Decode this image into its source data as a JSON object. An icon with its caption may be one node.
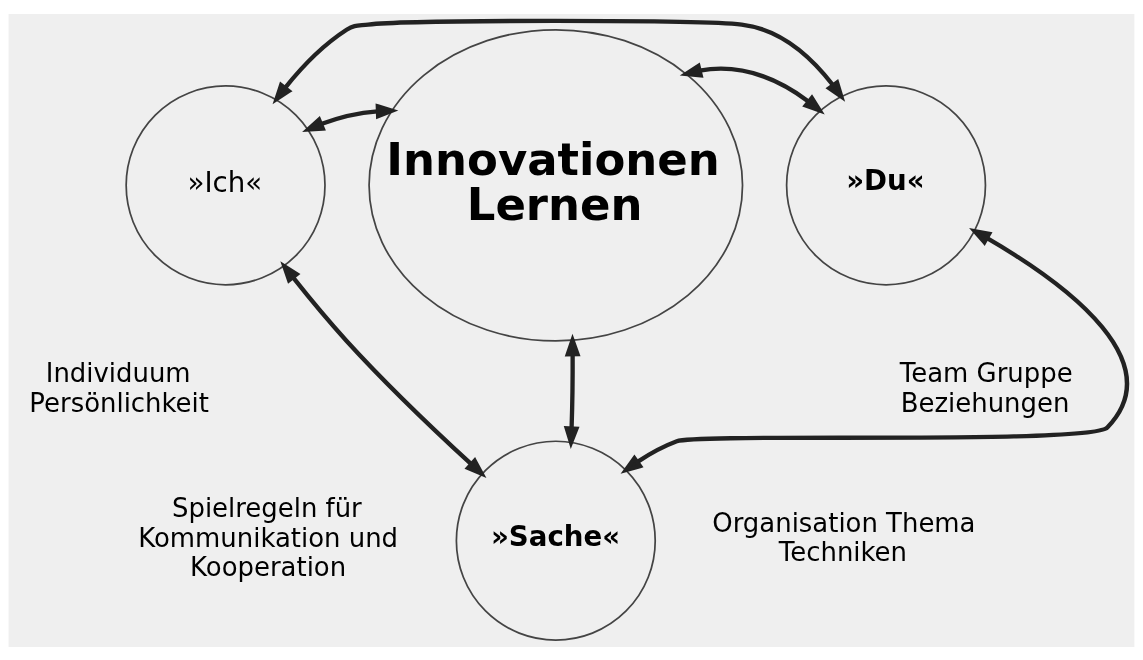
{
  "diagram": {
    "nodes": [
      {
        "text": [
          "»Ich«"
        ],
        "beside": [
          "Individuum Persönlichkeit"
        ]
      },
      {
        "text": [
          "Innovationen Lernen"
        ]
      },
      {
        "text": [
          "»Du«"
        ],
        "beside": [
          "Team Gruppe Beziehungen"
        ]
      },
      {
        "text": [
          "»Sache«"
        ],
        "beside": [
          "Spielregeln für Kommunikation und Kooperation",
          "Organisation Thema Techniken"
        ]
      }
    ],
    "edges": [
      {
        "from": 0,
        "to": 2,
        "arrow": "both"
      },
      {
        "from": 0,
        "to": 1,
        "arrow": "both"
      },
      {
        "from": 2,
        "to": 1,
        "arrow": "both"
      },
      {
        "from": 0,
        "to": 3,
        "arrow": "both"
      },
      {
        "from": 1,
        "to": 3,
        "arrow": "both"
      },
      {
        "from": 2,
        "to": 3,
        "arrow": "both"
      }
    ]
  }
}
